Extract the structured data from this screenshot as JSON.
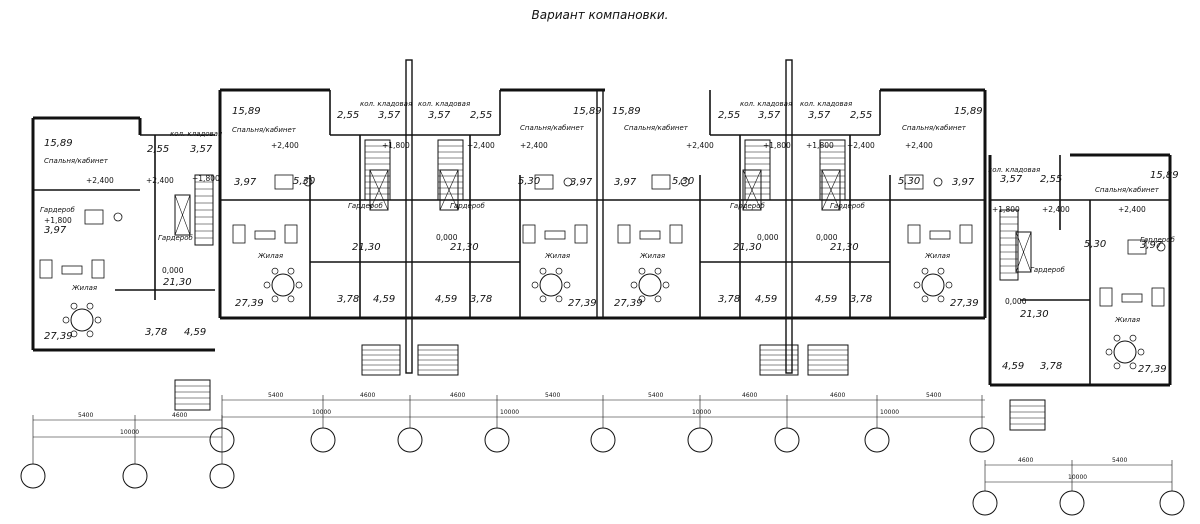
{
  "title": "Вариант компановки.",
  "rooms": {
    "bedroom": "Спальня/кабинет",
    "wardrobe": "Гардероб",
    "living": "Жилая",
    "storage": "кол. кладовая"
  },
  "levels": {
    "upper": "+2,400",
    "mid": "+1,800",
    "ground": "0,000"
  },
  "areas": {
    "bedroom": "15,89",
    "wardrobe_small": "3,97",
    "bath": "5,30",
    "hall": "2,55",
    "storage": "3,57",
    "living": "27,39",
    "kitchen": "21,30",
    "wc": "3,78",
    "utility": "4,59"
  },
  "dimensions": {
    "span_5400": "5400",
    "span_4600": "4600",
    "span_10000": "10000"
  },
  "colors": {
    "line": "#111111",
    "hatch": "#555555",
    "background": "#ffffff"
  }
}
